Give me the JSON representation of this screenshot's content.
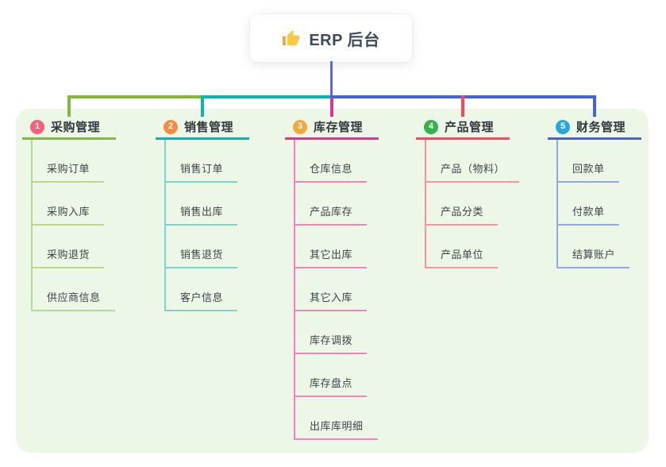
{
  "root": {
    "icon": "thumbs-up-icon",
    "title": "ERP 后台",
    "stem_color": "#5c68d8",
    "icon_colors": {
      "hand": "#f8ca43",
      "cuff": "#e9a63a"
    }
  },
  "panel_bg": "#ecf7e7",
  "branches": [
    {
      "num": "1",
      "label": "采购管理",
      "badge_color": "#f4617a",
      "line_color": "#85b63f",
      "light_color": "#b8d88b",
      "children": [
        "采购订单",
        "采购入库",
        "采购退货",
        "供应商信息"
      ]
    },
    {
      "num": "2",
      "label": "销售管理",
      "badge_color": "#f68c42",
      "line_color": "#0db4ae",
      "light_color": "#7dd3cc",
      "children": [
        "销售订单",
        "销售出库",
        "销售退货",
        "客户信息"
      ]
    },
    {
      "num": "3",
      "label": "库存管理",
      "badge_color": "#f2a93b",
      "line_color": "#d8388f",
      "light_color": "#ee83bd",
      "children": [
        "仓库信息",
        "产品库存",
        "其它出库",
        "其它入库",
        "库存调拨",
        "库存盘点",
        "出库库明细"
      ]
    },
    {
      "num": "4",
      "label": "产品管理",
      "badge_color": "#35b24c",
      "line_color": "#f5495d",
      "light_color": "#f9949d",
      "children": [
        "产品（物料）",
        "产品分类",
        "产品单位"
      ]
    },
    {
      "num": "5",
      "label": "财务管理",
      "badge_color": "#2ba6dd",
      "line_color": "#4763d2",
      "light_color": "#92a7e6",
      "children": [
        "回款单",
        "付款单",
        "结算账户"
      ]
    }
  ]
}
